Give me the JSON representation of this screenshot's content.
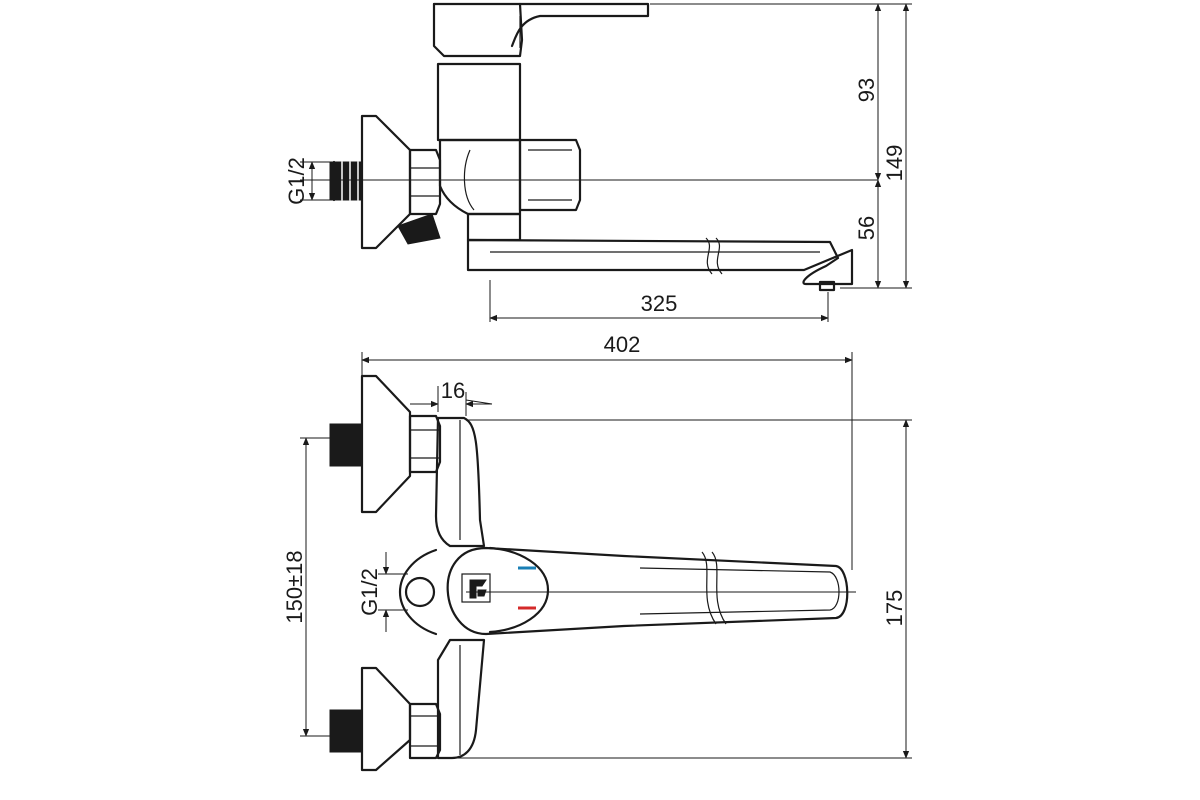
{
  "dimensions": {
    "side_height_total": "149",
    "side_height_upper": "93",
    "side_height_lower": "56",
    "side_spout_reach": "325",
    "side_thread": "G1/2",
    "front_total_width": "402",
    "front_offset": "16",
    "front_center_distance": "150±18",
    "front_thread": "G1/2",
    "front_total_height": "175"
  },
  "marks": {
    "cold_color": "#1a7fb5",
    "hot_color": "#d42a2a",
    "logo_icon": "brand-logo-icon"
  }
}
